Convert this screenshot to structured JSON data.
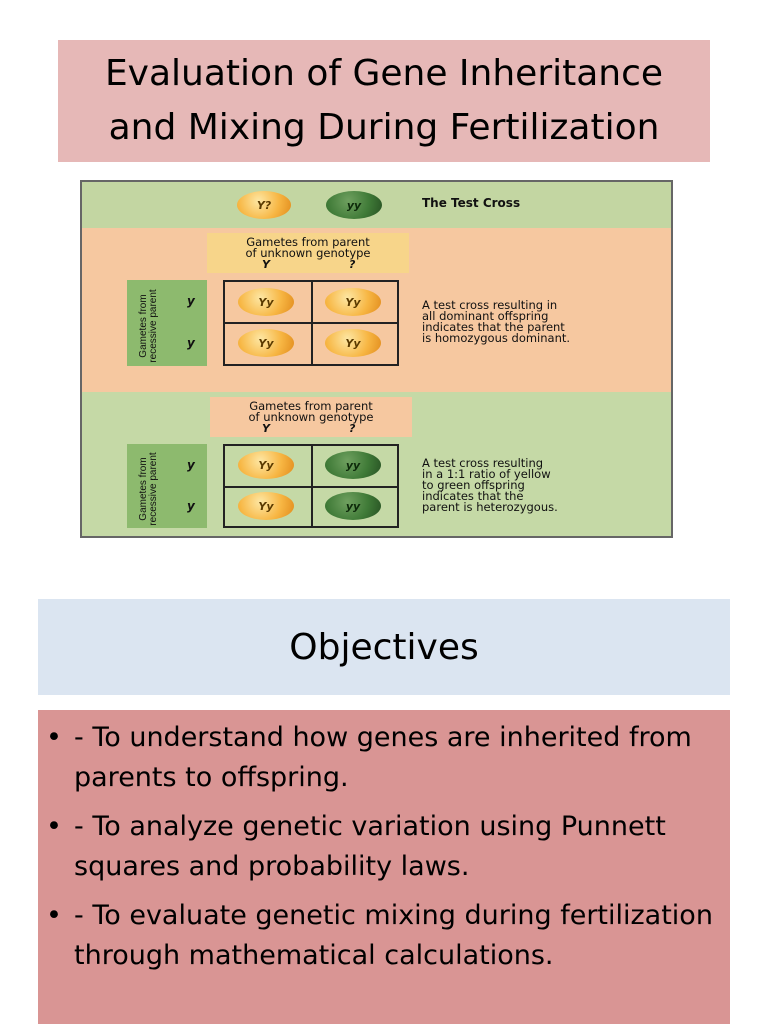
{
  "title": {
    "line1": "Evaluation of Gene Inheritance",
    "line2": "and Mixing During Fertilization"
  },
  "figure": {
    "heading": "The Test Cross",
    "parent_unknown": "Y?",
    "parent_recessive": "yy",
    "panel1": {
      "gamete_header_l1": "Gametes from parent",
      "gamete_header_l2": "of unknown genotype",
      "col1": "Y",
      "col2": "?",
      "side_l1": "Gametes from",
      "side_l2": "recessive parent",
      "row1": "y",
      "row2": "y",
      "cells": [
        "Yy",
        "Yy",
        "Yy",
        "Yy"
      ],
      "caption_lines": [
        "A test cross resulting in",
        "all dominant offspring",
        "indicates that the parent",
        "is homozygous dominant."
      ]
    },
    "panel2": {
      "gamete_header_l1": "Gametes from parent",
      "gamete_header_l2": "of unknown genotype",
      "col1": "Y",
      "col2": "?",
      "side_l1": "Gametes from",
      "side_l2": "recessive parent",
      "row1": "y",
      "row2": "y",
      "cells": [
        "Yy",
        "yy",
        "Yy",
        "yy"
      ],
      "caption_lines": [
        "A test cross resulting",
        "in a 1:1 ratio of yellow",
        "to green offspring",
        "indicates that the",
        "parent is heterozygous."
      ]
    },
    "colors": {
      "yellow_pea": "#f7b643",
      "green_pea": "#3f7a37"
    }
  },
  "objectives": {
    "heading": "Objectives",
    "bullet_glyph": "•",
    "items": [
      "- To understand how genes are inherited from parents to offspring.",
      "- To analyze genetic variation using Punnett squares and probability laws.",
      "- To evaluate genetic mixing during fertilization through mathematical calculations."
    ]
  }
}
